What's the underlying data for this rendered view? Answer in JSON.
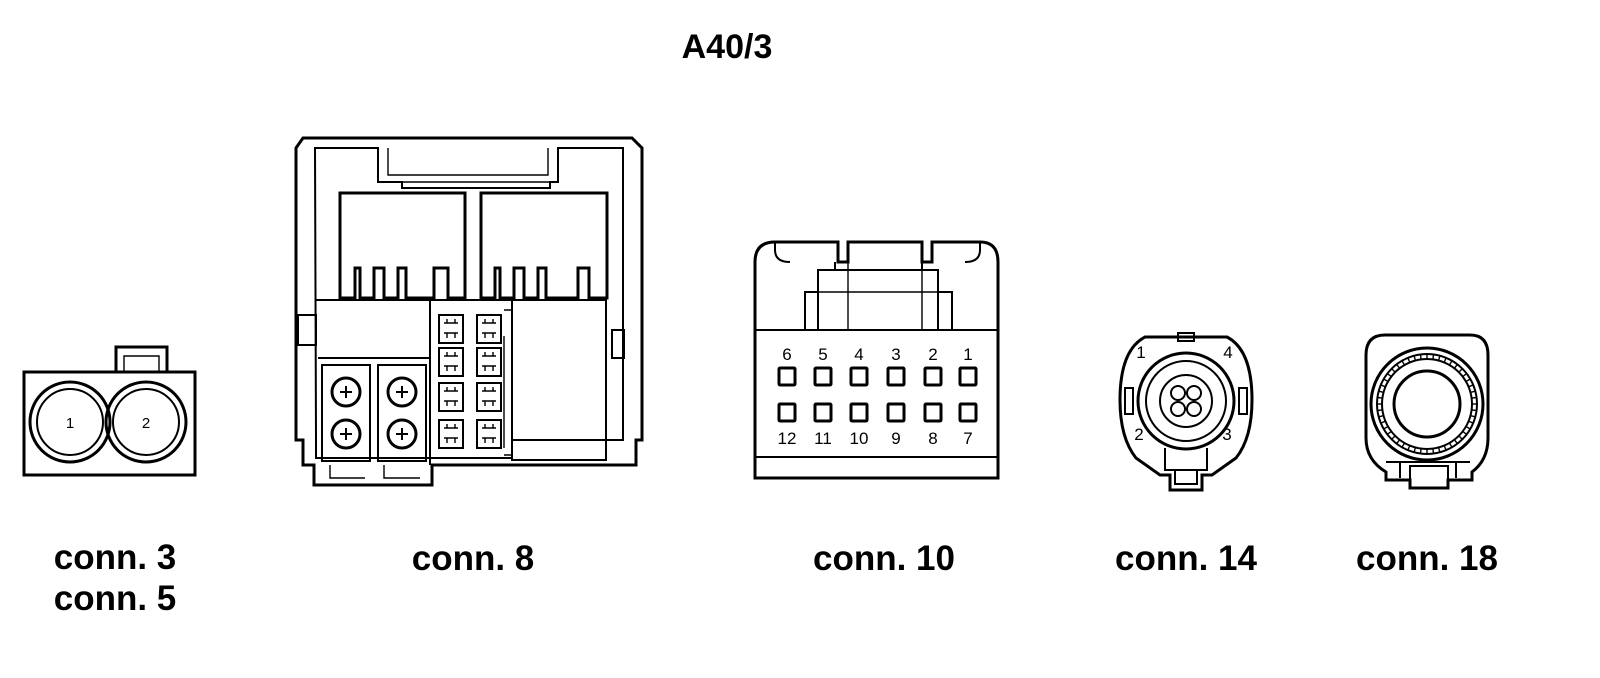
{
  "title": "A40/3",
  "connectors": {
    "conn3_5": {
      "labels": [
        "conn. 3",
        "conn. 5"
      ],
      "pins": [
        "1",
        "2"
      ]
    },
    "conn8": {
      "label": "conn. 8"
    },
    "conn10": {
      "label": "conn. 10",
      "top_row_pins": [
        "6",
        "5",
        "4",
        "3",
        "2",
        "1"
      ],
      "bottom_row_pins": [
        "12",
        "11",
        "10",
        "9",
        "8",
        "7"
      ]
    },
    "conn14": {
      "label": "conn. 14",
      "pins": [
        "1",
        "4",
        "2",
        "3"
      ]
    },
    "conn18": {
      "label": "conn. 18"
    }
  }
}
